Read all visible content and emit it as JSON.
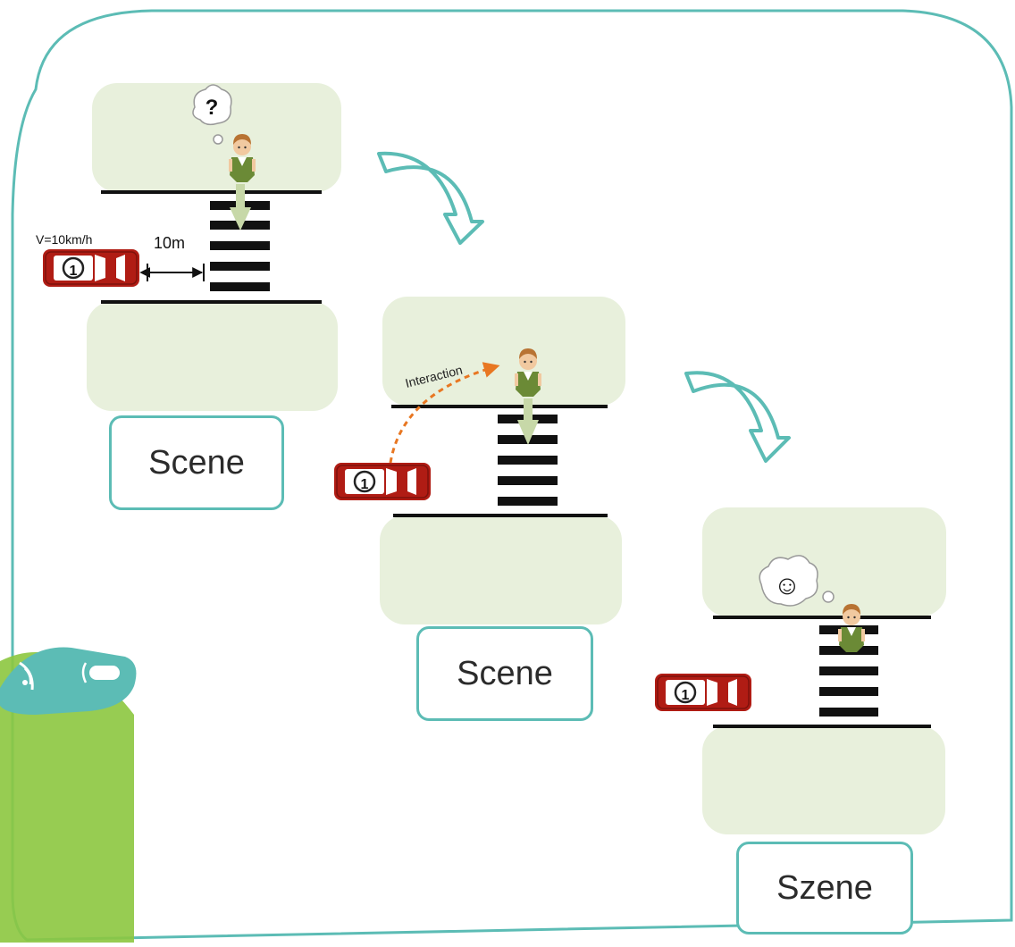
{
  "scenes": [
    {
      "label": "Scene",
      "speed_label": "V=10km/h",
      "distance_label": "10m",
      "thought": "?",
      "car_number": "1"
    },
    {
      "label": "Scene",
      "interaction_label": "Interaction",
      "car_number": "1"
    },
    {
      "label": "Szene",
      "thought": "☺",
      "car_number": "1"
    }
  ],
  "colors": {
    "frame": "#5cbcb5",
    "sidewalk": "#e8f0dc",
    "car": "#b01c14",
    "pedestrian_shirt": "#6b8a36",
    "pedestrian_hair": "#b87333",
    "interaction_arrow": "#e87722",
    "walk_arrow": "#c7d8a8",
    "logo_teal": "#5cbcb5",
    "logo_green": "#8cc63f"
  },
  "icons": [
    "pedestrian-icon",
    "car-icon",
    "thought-bubble-icon",
    "curved-arrow-icon",
    "wifi-logo-icon"
  ]
}
